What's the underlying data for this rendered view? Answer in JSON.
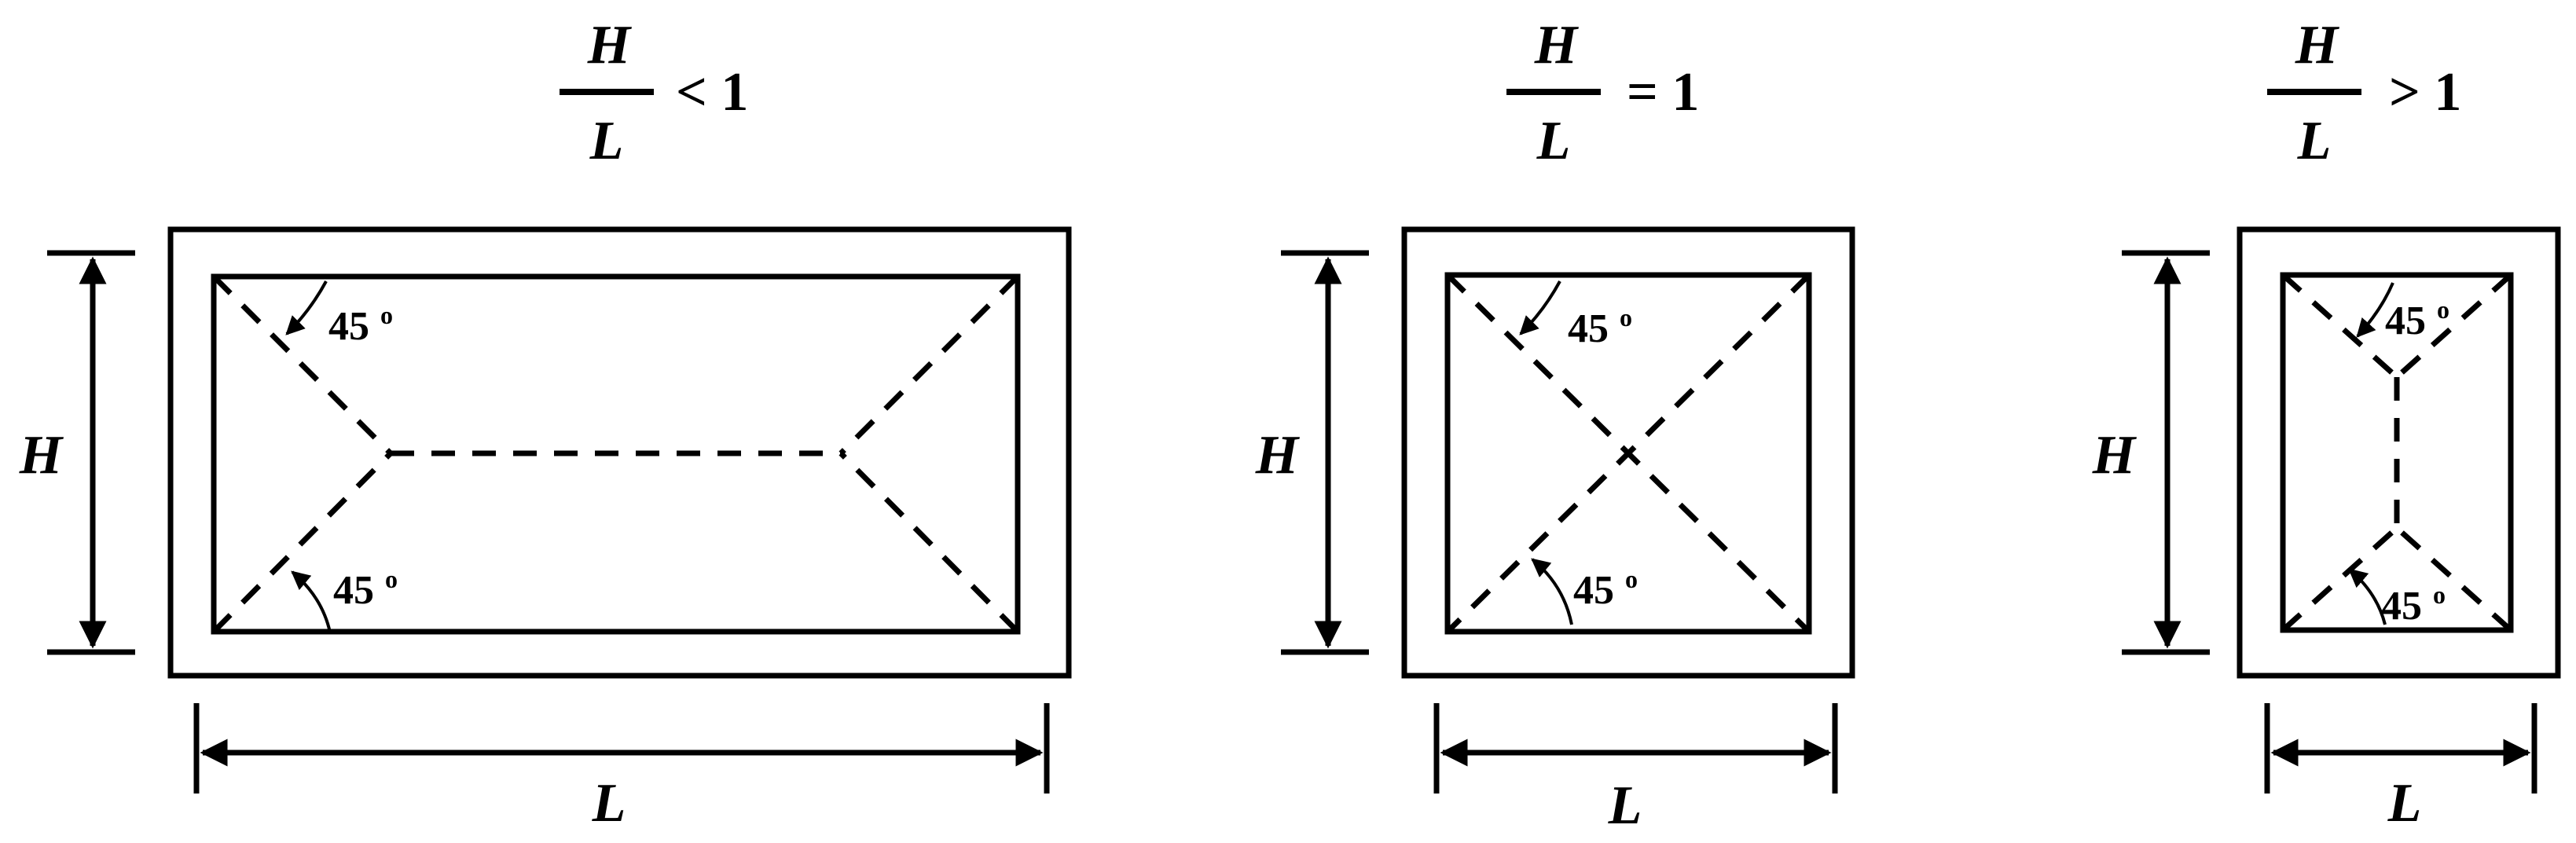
{
  "panels": [
    {
      "ratio_numerator": "H",
      "ratio_denominator": "L",
      "ratio_relation": "< 1",
      "height_label": "H",
      "length_label": "L",
      "angle_top": "45",
      "angle_bottom": "45",
      "angle_unit": "o"
    },
    {
      "ratio_numerator": "H",
      "ratio_denominator": "L",
      "ratio_relation": "= 1",
      "height_label": "H",
      "length_label": "L",
      "angle_top": "45",
      "angle_bottom": "45",
      "angle_unit": "o"
    },
    {
      "ratio_numerator": "H",
      "ratio_denominator": "L",
      "ratio_relation": "> 1",
      "height_label": "H",
      "length_label": "L",
      "angle_top": "45",
      "angle_bottom": "45",
      "angle_unit": "o"
    }
  ]
}
